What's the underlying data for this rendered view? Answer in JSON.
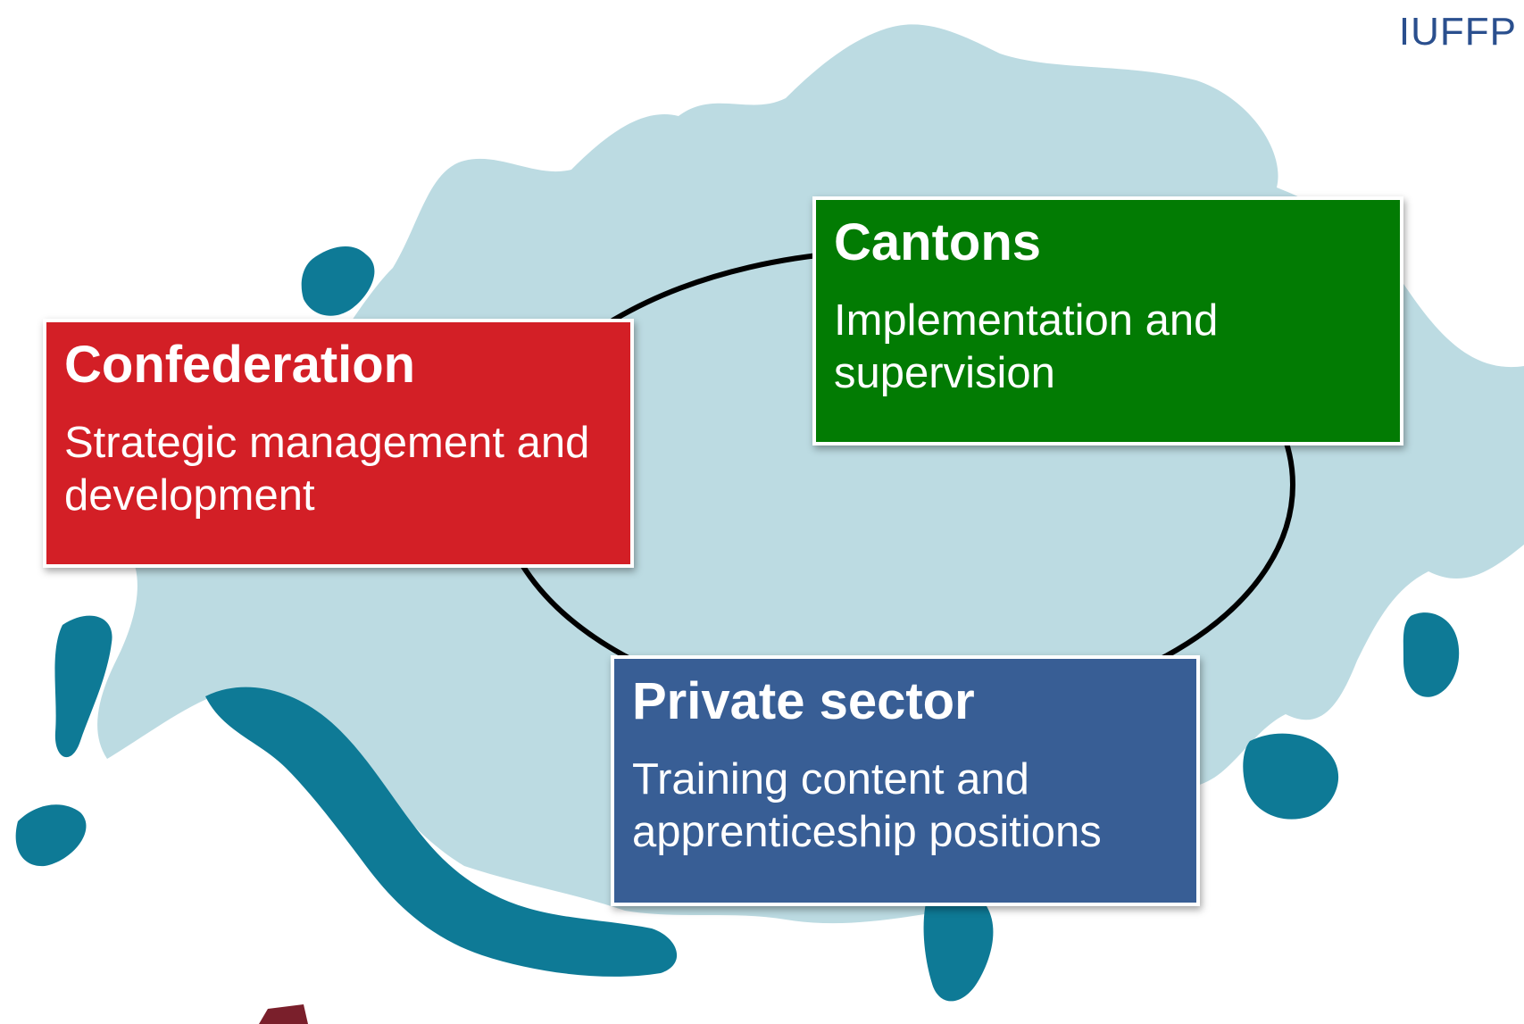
{
  "logo": {
    "text": "IUFFP"
  },
  "colors": {
    "map_land": "#bcdbe2",
    "map_water": "#0e7a96",
    "confederation": "#d31f26",
    "cantons": "#027b03",
    "private_sector": "#385e95",
    "cycle_line": "#000000"
  },
  "actors": [
    {
      "title": "Confederation",
      "description": "Strategic management and development"
    },
    {
      "title": "Cantons",
      "description": "Implementation and supervision"
    },
    {
      "title": "Private sector",
      "description": "Training content and apprenticeship positions"
    }
  ]
}
